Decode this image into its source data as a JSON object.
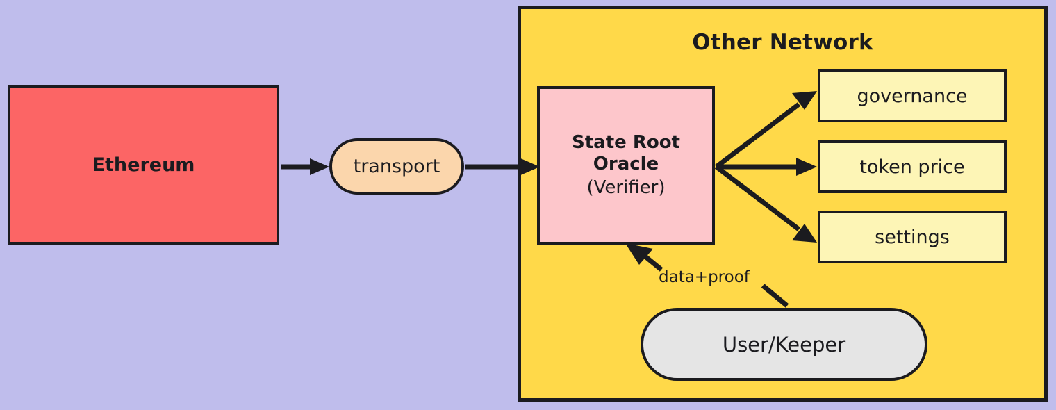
{
  "diagram": {
    "title_visible": false,
    "background_color": "#bfbdec",
    "line_color": "#1b1b1f"
  },
  "groups": [
    {
      "id": "other-network",
      "label": "Other Network",
      "fill": "#ffd949"
    }
  ],
  "nodes": {
    "ethereum": {
      "label": "Ethereum",
      "shape": "rectangle",
      "fill": "#fc6565"
    },
    "transport": {
      "label": "transport",
      "shape": "stadium",
      "fill": "#fbd6ac"
    },
    "state_root_oracle": {
      "label_line1": "State Root",
      "label_line2": "Oracle",
      "label_line3": "(Verifier)",
      "shape": "rectangle",
      "fill": "#fdc6cb"
    },
    "governance": {
      "label": "governance",
      "shape": "rectangle",
      "fill": "#fdf5b6"
    },
    "token_price": {
      "label": "token price",
      "shape": "rectangle",
      "fill": "#fdf5b6"
    },
    "settings": {
      "label": "settings",
      "shape": "rectangle",
      "fill": "#fdf5b6"
    },
    "user_keeper": {
      "label": "User/Keeper",
      "shape": "stadium",
      "fill": "#e5e5e5"
    }
  },
  "edges": [
    {
      "from": "ethereum",
      "to": "transport",
      "label": ""
    },
    {
      "from": "transport",
      "to": "state_root_oracle",
      "label": ""
    },
    {
      "from": "state_root_oracle",
      "to": "governance",
      "label": ""
    },
    {
      "from": "state_root_oracle",
      "to": "token_price",
      "label": ""
    },
    {
      "from": "state_root_oracle",
      "to": "settings",
      "label": ""
    },
    {
      "from": "user_keeper",
      "to": "state_root_oracle",
      "label": "data+proof"
    }
  ],
  "edge_labels": {
    "data_proof": "data+proof"
  }
}
